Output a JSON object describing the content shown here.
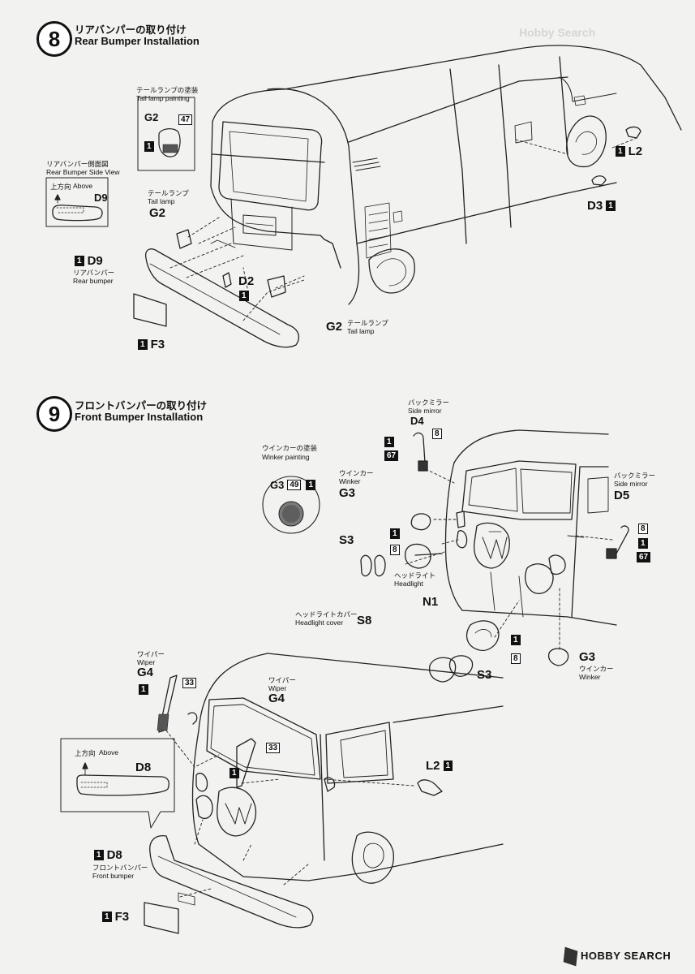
{
  "watermark_top": "Hobby Search",
  "step8": {
    "number": "8",
    "title_jp": "リアバンパーの取り付け",
    "title_en": "Rear Bumper Installation",
    "tail_painting_jp": "テールランプの塗装",
    "tail_painting_en": "Tail lamp painting",
    "tail_paint_part": "G2",
    "tail_paint_color": "47",
    "tail_paint_qty": "1",
    "side_view_jp": "リアバンパー側面図",
    "side_view_en": "Rear Bumper Side View",
    "above_jp": "上方向",
    "above_en": "Above",
    "side_view_part": "D9",
    "tail_lamp_jp": "テールランプ",
    "tail_lamp_en": "Tail lamp",
    "tail_lamp_part": "G2",
    "rear_bumper_qty": "1",
    "rear_bumper_part": "D9",
    "rear_bumper_jp": "リアバンパー",
    "rear_bumper_en": "Rear bumper",
    "f3_qty": "1",
    "f3_part": "F3",
    "d2_part": "D2",
    "d2_qty": "1",
    "g2_bottom_part": "G2",
    "g2_bottom_jp": "テールランプ",
    "g2_bottom_en": "Tail lamp",
    "l2_qty": "1",
    "l2_part": "L2",
    "d3_part": "D3",
    "d3_qty": "1"
  },
  "step9": {
    "number": "9",
    "title_jp": "フロントバンパーの取り付け",
    "title_en": "Front Bumper Installation",
    "winker_paint_jp": "ウインカーの塗装",
    "winker_paint_en": "Winker painting",
    "winker_paint_part": "G3",
    "winker_paint_color": "49",
    "winker_paint_qty": "1",
    "mirror_left_jp": "バックミラー",
    "mirror_left_en": "Side mirror",
    "mirror_left_part": "D4",
    "mirror_left_n8": "8",
    "mirror_left_n1": "1",
    "mirror_left_n67": "67",
    "winker_jp": "ウインカー",
    "winker_en": "Winker",
    "winker_part": "G3",
    "s3_part_top": "S3",
    "n1_box_qty": "1",
    "n8_box_color": "8",
    "headlight_jp": "ヘッドライト",
    "headlight_en": "Headlight",
    "n1_part": "N1",
    "hl_cover_jp": "ヘッドライトカバー",
    "hl_cover_en": "Headlight cover",
    "s8_part": "S8",
    "mirror_right_jp": "バックミラー",
    "mirror_right_en": "Side mirror",
    "mirror_right_part": "D5",
    "mirror_right_n8": "8",
    "mirror_right_n1": "1",
    "mirror_right_n67": "67",
    "n1_lower_qty": "1",
    "n8_lower_color": "8",
    "s3_part_bottom": "S3",
    "g3_bottom_part": "G3",
    "g3_bottom_jp": "ウインカー",
    "g3_bottom_en": "Winker",
    "wiper_left_jp": "ワイパー",
    "wiper_left_en": "Wiper",
    "wiper_left_part": "G4",
    "wiper_left_qty": "1",
    "wiper_left_color": "33",
    "wiper_mid_jp": "ワイパー",
    "wiper_mid_en": "Wiper",
    "wiper_mid_part": "G4",
    "wiper_mid_color": "33",
    "wiper_mid_qty": "1",
    "above_jp": "上方向",
    "above_en": "Above",
    "callout_part": "D8",
    "l2_part": "L2",
    "l2_qty": "1",
    "front_bumper_qty": "1",
    "front_bumper_part": "D8",
    "front_bumper_jp": "フロントバンパー",
    "front_bumper_en": "Front bumper",
    "f3_qty": "1",
    "f3_part": "F3"
  },
  "footer_logo": "HOBBY SEARCH"
}
